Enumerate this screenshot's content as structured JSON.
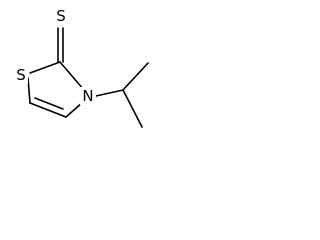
{
  "molecule": {
    "atoms": {
      "thione_sulfur": "S",
      "ring_sulfur": "S",
      "ring_nitrogen": "N"
    },
    "bonds": {
      "c2_s_exocyclic": "double",
      "c4_c5": "double",
      "others": "single"
    },
    "colors": {
      "bond": "#000000",
      "label": "#000000",
      "background": "#ffffff"
    }
  }
}
